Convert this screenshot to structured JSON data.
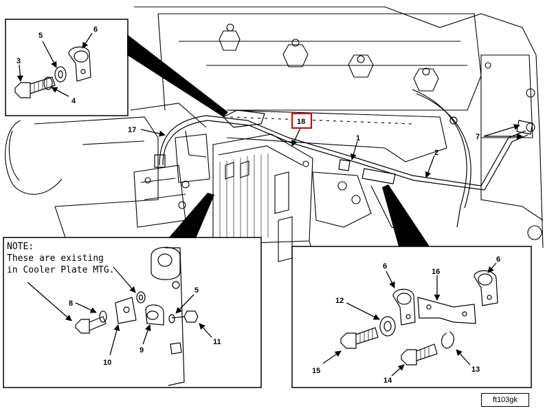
{
  "note": {
    "heading": "NOTE:",
    "line1": "These are existing",
    "line2": "in Cooler Plate MTG."
  },
  "figure_id": "ft103gk",
  "highlight_color": "#d40000",
  "callouts": {
    "c1": "1",
    "c2": "2",
    "c3": "3",
    "c4": "4",
    "c5a": "5",
    "c5b": "5",
    "c6a": "6",
    "c6b": "6",
    "c6c": "6",
    "c7": "7",
    "c8": "8",
    "c9": "9",
    "c10": "10",
    "c11": "11",
    "c12": "12",
    "c13": "13",
    "c14": "14",
    "c15": "15",
    "c16": "16",
    "c17": "17",
    "c18": "18"
  }
}
